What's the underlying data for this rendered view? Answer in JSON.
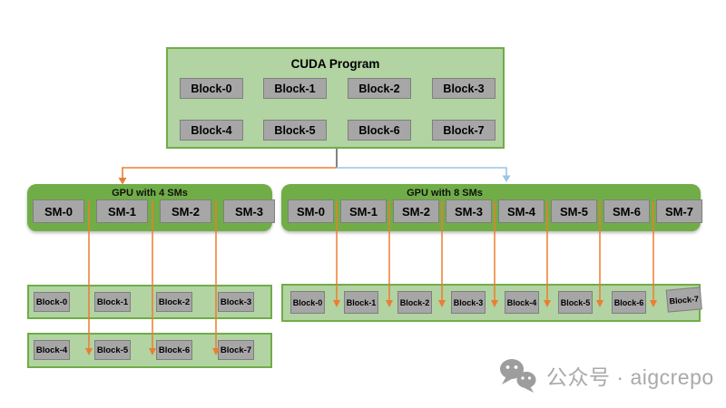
{
  "cuda_program": {
    "title": "CUDA Program",
    "blocks": [
      "Block-0",
      "Block-1",
      "Block-2",
      "Block-3",
      "Block-4",
      "Block-5",
      "Block-6",
      "Block-7"
    ]
  },
  "gpu_4sm": {
    "title": "GPU with 4 SMs",
    "sms": [
      "SM-0",
      "SM-1",
      "SM-2",
      "SM-3"
    ],
    "block_rows": [
      [
        "Block-0",
        "Block-1",
        "Block-2",
        "Block-3"
      ],
      [
        "Block-4",
        "Block-5",
        "Block-6",
        "Block-7"
      ]
    ]
  },
  "gpu_8sm": {
    "title": "GPU with 8 SMs",
    "sms": [
      "SM-0",
      "SM-1",
      "SM-2",
      "SM-3",
      "SM-4",
      "SM-5",
      "SM-6",
      "SM-7"
    ],
    "blocks": [
      "Block-0",
      "Block-1",
      "Block-2",
      "Block-3",
      "Block-4",
      "Block-5",
      "Block-6",
      "Block-7"
    ]
  },
  "watermark": {
    "icon": "wechat-icon",
    "text": "公众号 · aigcrepo"
  },
  "colors": {
    "container_fill": "#b2d3a2",
    "container_border": "#70ad47",
    "gpu_fill": "#70ad47",
    "chip_fill": "#a6a6a6",
    "chip_border": "#7f7f7f",
    "arrow_orange": "#ed7d31",
    "arrow_blue": "#9dc3e6",
    "trunk_gray": "#595959",
    "watermark_gray": "#a9a9a9"
  }
}
